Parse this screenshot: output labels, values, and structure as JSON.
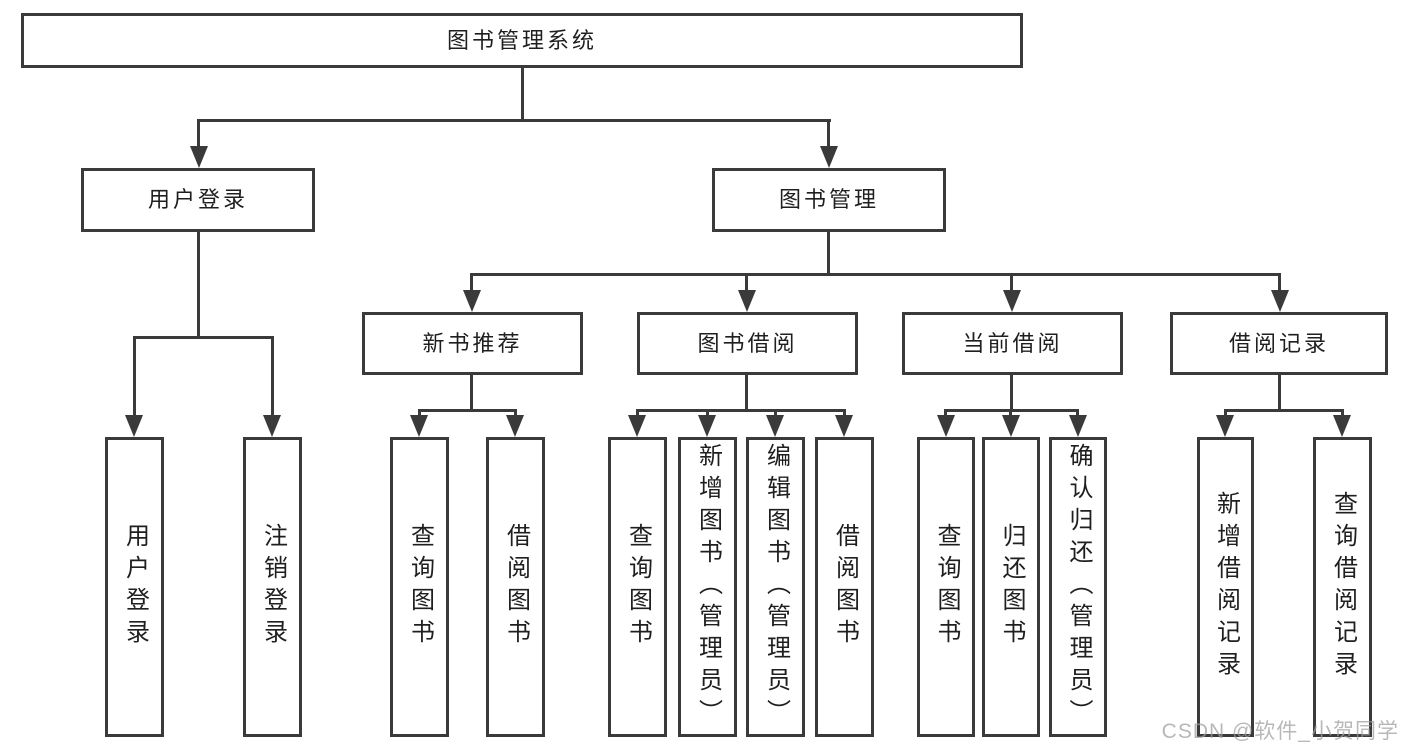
{
  "colors": {
    "line": "#3a3a3a",
    "text": "#1f1f1f",
    "background": "#ffffff",
    "watermark": "#b5b5b5"
  },
  "nodes": {
    "root": "图书管理系统",
    "user_login": "用户登录",
    "book_mgmt": "图书管理",
    "new_books": "新书推荐",
    "book_borrow": "图书借阅",
    "current_borrow": "当前借阅",
    "borrow_records": "借阅记录",
    "leaves": {
      "user_login": [
        "用户登录",
        "注销登录"
      ],
      "new_books": [
        "查询图书",
        "借阅图书"
      ],
      "book_borrow": [
        "查询图书",
        "新增图书（管理员）",
        "编辑图书（管理员）",
        "借阅图书"
      ],
      "current_borrow": [
        "查询图书",
        "归还图书",
        "确认归还（管理员）"
      ],
      "borrow_records": [
        "新增借阅记录",
        "查询借阅记录"
      ]
    }
  },
  "watermark": "CSDN @软件_小贺同学"
}
